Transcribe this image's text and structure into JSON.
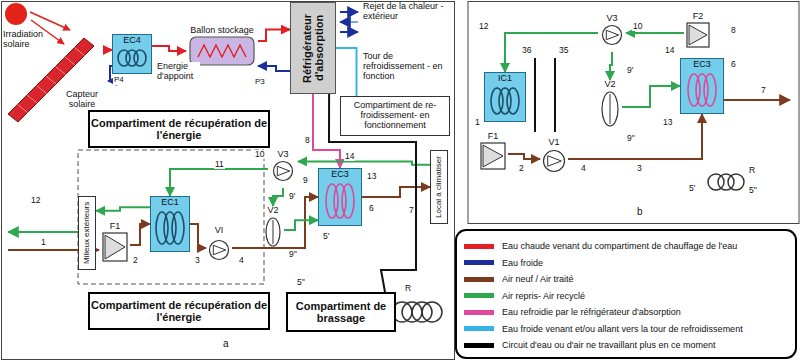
{
  "diagram": {
    "nodes": [
      {
        "text": [
          "Capteur solaire"
        ]
      },
      {
        "text": [
          "EC4"
        ]
      },
      {
        "text": [
          "Ballon stockage"
        ]
      },
      {
        "text": [
          "Réfrigérateur d'absorption"
        ]
      },
      {
        "text": [
          "Compartiment de récupération de l'énergie"
        ]
      },
      {
        "text": [
          "Compartiment de re- froidissement- en fonctionnement"
        ]
      },
      {
        "text": [
          "Milieux extérieurs"
        ]
      },
      {
        "text": [
          "F1"
        ]
      },
      {
        "text": [
          "EC1"
        ]
      },
      {
        "text": [
          "VI"
        ]
      },
      {
        "text": [
          "V3"
        ]
      },
      {
        "text": [
          "V2"
        ]
      },
      {
        "text": [
          "EC3"
        ]
      },
      {
        "text": [
          "Local à climatiser"
        ]
      },
      {
        "text": [
          "Compartiment de récupération de l'énergie"
        ]
      },
      {
        "text": [
          "Compartiment de brassage"
        ]
      },
      {
        "text": [
          "IC1"
        ]
      },
      {
        "text": [
          "V3"
        ]
      },
      {
        "text": [
          "F2"
        ]
      },
      {
        "text": [
          "V2"
        ]
      },
      {
        "text": [
          "EC3"
        ]
      },
      {
        "text": [
          "F1"
        ]
      },
      {
        "text": [
          "V1"
        ]
      }
    ],
    "edges": [
      {
        "from": 0,
        "to": 1,
        "arrow": "to"
      },
      {
        "from": 1,
        "to": 2,
        "arrow": "to"
      },
      {
        "from": 2,
        "to": 3,
        "arrow": "to"
      },
      {
        "from": 3,
        "to": 2,
        "arrow": "to"
      },
      {
        "from": 1,
        "to": 0,
        "arrow": "to"
      },
      {
        "from": 3,
        "to": 12,
        "arrow": "to"
      },
      {
        "from": 7,
        "to": 8,
        "arrow": "to"
      },
      {
        "from": 8,
        "to": 9,
        "arrow": "to"
      },
      {
        "from": 9,
        "to": 12,
        "arrow": "to"
      },
      {
        "from": 12,
        "to": 13,
        "arrow": "to"
      },
      {
        "from": 13,
        "to": 10,
        "arrow": "to"
      },
      {
        "from": 10,
        "to": 8,
        "arrow": "to"
      },
      {
        "from": 8,
        "to": 6,
        "arrow": "to"
      },
      {
        "from": 10,
        "to": 11,
        "arrow": "to"
      },
      {
        "from": 11,
        "to": 12,
        "arrow": "to"
      },
      {
        "from": 3,
        "to": 15,
        "arrow": "none"
      },
      {
        "from": 3,
        "to": 5,
        "arrow": "none"
      },
      {
        "from": 21,
        "to": 22,
        "arrow": "to"
      },
      {
        "from": 22,
        "to": 20,
        "arrow": "to"
      },
      {
        "from": 18,
        "to": 17,
        "arrow": "to"
      },
      {
        "from": 17,
        "to": 16,
        "arrow": "to"
      },
      {
        "from": 17,
        "to": 19,
        "arrow": "to"
      },
      {
        "from": 19,
        "to": 20,
        "arrow": "to"
      }
    ],
    "labels": [
      "Irradiation solaire",
      "Energie d'appoint",
      "P4",
      "P3",
      "Rejet de la chaleur - extérieur",
      "Tour de refroidissement - en fonction",
      "12",
      "11",
      "10",
      "9",
      "9'",
      "9''",
      "8",
      "14",
      "13",
      "6",
      "1",
      "2",
      "3",
      "4",
      "5'",
      "5''",
      "7",
      "R",
      "a",
      "12",
      "10",
      "8",
      "36",
      "35",
      "9'",
      "9''",
      "14",
      "13",
      "6",
      "7",
      "1",
      "2",
      "4",
      "3",
      "R",
      "5''",
      "5'",
      "b"
    ],
    "legend": [
      {
        "text": "Eau chaude venant du compartiment de chauffage de l'eau",
        "color": "#e31e24"
      },
      {
        "text": "Eau froide",
        "color": "#1b2f9c"
      },
      {
        "text": "Air neuf / Air traité",
        "color": "#7a3b1e"
      },
      {
        "text": "Air repris- Air recyclé",
        "color": "#2ea84f"
      },
      {
        "text": "Eau refroidie par le réfrigérateur d'absorption",
        "color": "#e0489b"
      },
      {
        "text": "Eau froide venant et/ou allant vers la tour de refroidissement",
        "color": "#35b3e5"
      },
      {
        "text": "Circuit d'eau ou d'air ne travaillant plus en ce moment",
        "color": "#000000"
      }
    ]
  }
}
